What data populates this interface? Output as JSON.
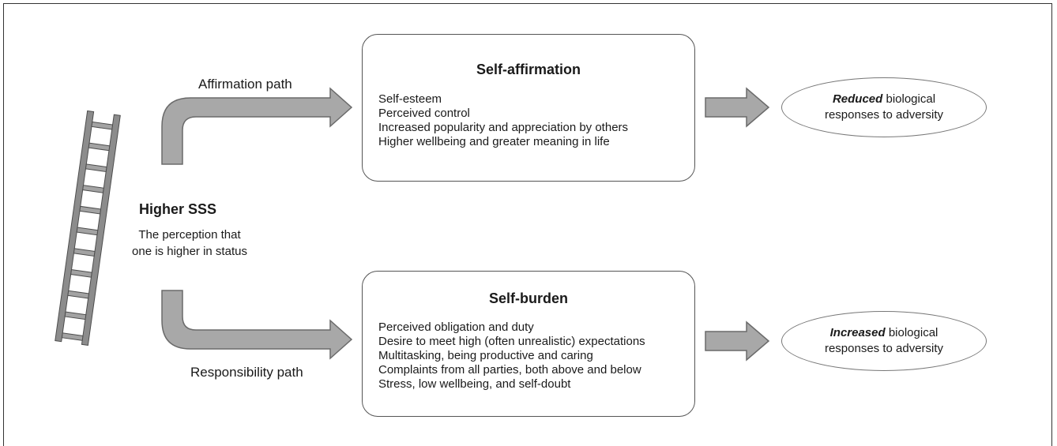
{
  "sss": {
    "title": "Higher SSS",
    "desc_line1": "The perception that",
    "desc_line2": "one is higher in status"
  },
  "paths": {
    "affirmation_label": "Affirmation path",
    "responsibility_label": "Responsibility path"
  },
  "affirmation_box": {
    "title": "Self-affirmation",
    "items": [
      "Self-esteem",
      "Perceived control",
      "Increased popularity and appreciation by others",
      "Higher wellbeing and greater meaning in life"
    ]
  },
  "burden_box": {
    "title": "Self-burden",
    "items": [
      "Perceived obligation and duty",
      "Desire to meet high (often unrealistic) expectations",
      "Multitasking, being productive and caring",
      "Complaints from all parties, both above and below",
      "Stress, low wellbeing, and self-doubt"
    ]
  },
  "outcomes": {
    "reduced": {
      "emph": "Reduced",
      "rest1": " biological",
      "line2": "responses to adversity"
    },
    "increased": {
      "emph": "Increased",
      "rest1": " biological",
      "line2": "responses to adversity"
    }
  },
  "colors": {
    "arrow_fill": "#a8a8a8",
    "arrow_stroke": "#6a6a6a",
    "ladder": "#8c8c8c"
  },
  "icons": {
    "ladder": "ladder-icon"
  }
}
